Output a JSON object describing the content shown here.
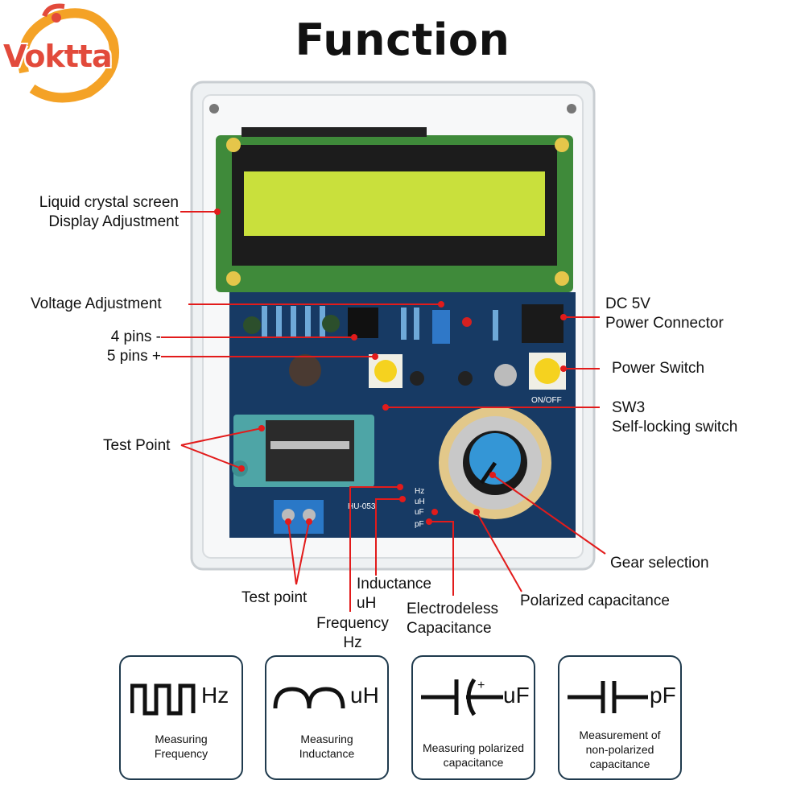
{
  "brand": {
    "logo_text": "Voktta"
  },
  "title": "Function",
  "device": {
    "lcd_color": "#c9e03c",
    "pcb_color": "#173a64",
    "accent_line": "#e21b1b"
  },
  "callouts": {
    "lcd": [
      "Liquid crystal screen",
      "Display Adjustment"
    ],
    "voltage": "Voltage Adjustment",
    "pins": [
      "4 pins -",
      "5 pins +"
    ],
    "test_point_socket": "Test Point",
    "test_point_terminal": "Test point",
    "dc": [
      "DC 5V",
      "Power Connector"
    ],
    "power_switch": "Power Switch",
    "sw3": [
      "SW3",
      "Self-locking switch"
    ],
    "gear": "Gear selection",
    "polarized": "Polarized capacitance",
    "electrodeless": [
      "Electrodeless",
      "Capacitance"
    ],
    "inductance": [
      "Inductance",
      "uH"
    ],
    "frequency": [
      "Frequency",
      "Hz"
    ]
  },
  "board_marks": {
    "hz": "Hz",
    "uh": "uH",
    "uf": "uF",
    "pf": "pF",
    "onoff": "ON/OFF",
    "model": "HU-053"
  },
  "cards": [
    {
      "unit": "Hz",
      "caption": [
        "Measuring",
        "Frequency"
      ],
      "icon": "square-wave-icon"
    },
    {
      "unit": "uH",
      "caption": [
        "Measuring",
        "Inductance"
      ],
      "icon": "inductor-coil-icon"
    },
    {
      "unit": "uF",
      "caption": [
        "Measuring polarized",
        "capacitance"
      ],
      "icon": "polarized-capacitor-icon"
    },
    {
      "unit": "pF",
      "caption": [
        "Measurement of",
        "non-polarized",
        "capacitance"
      ],
      "icon": "capacitor-icon"
    }
  ]
}
